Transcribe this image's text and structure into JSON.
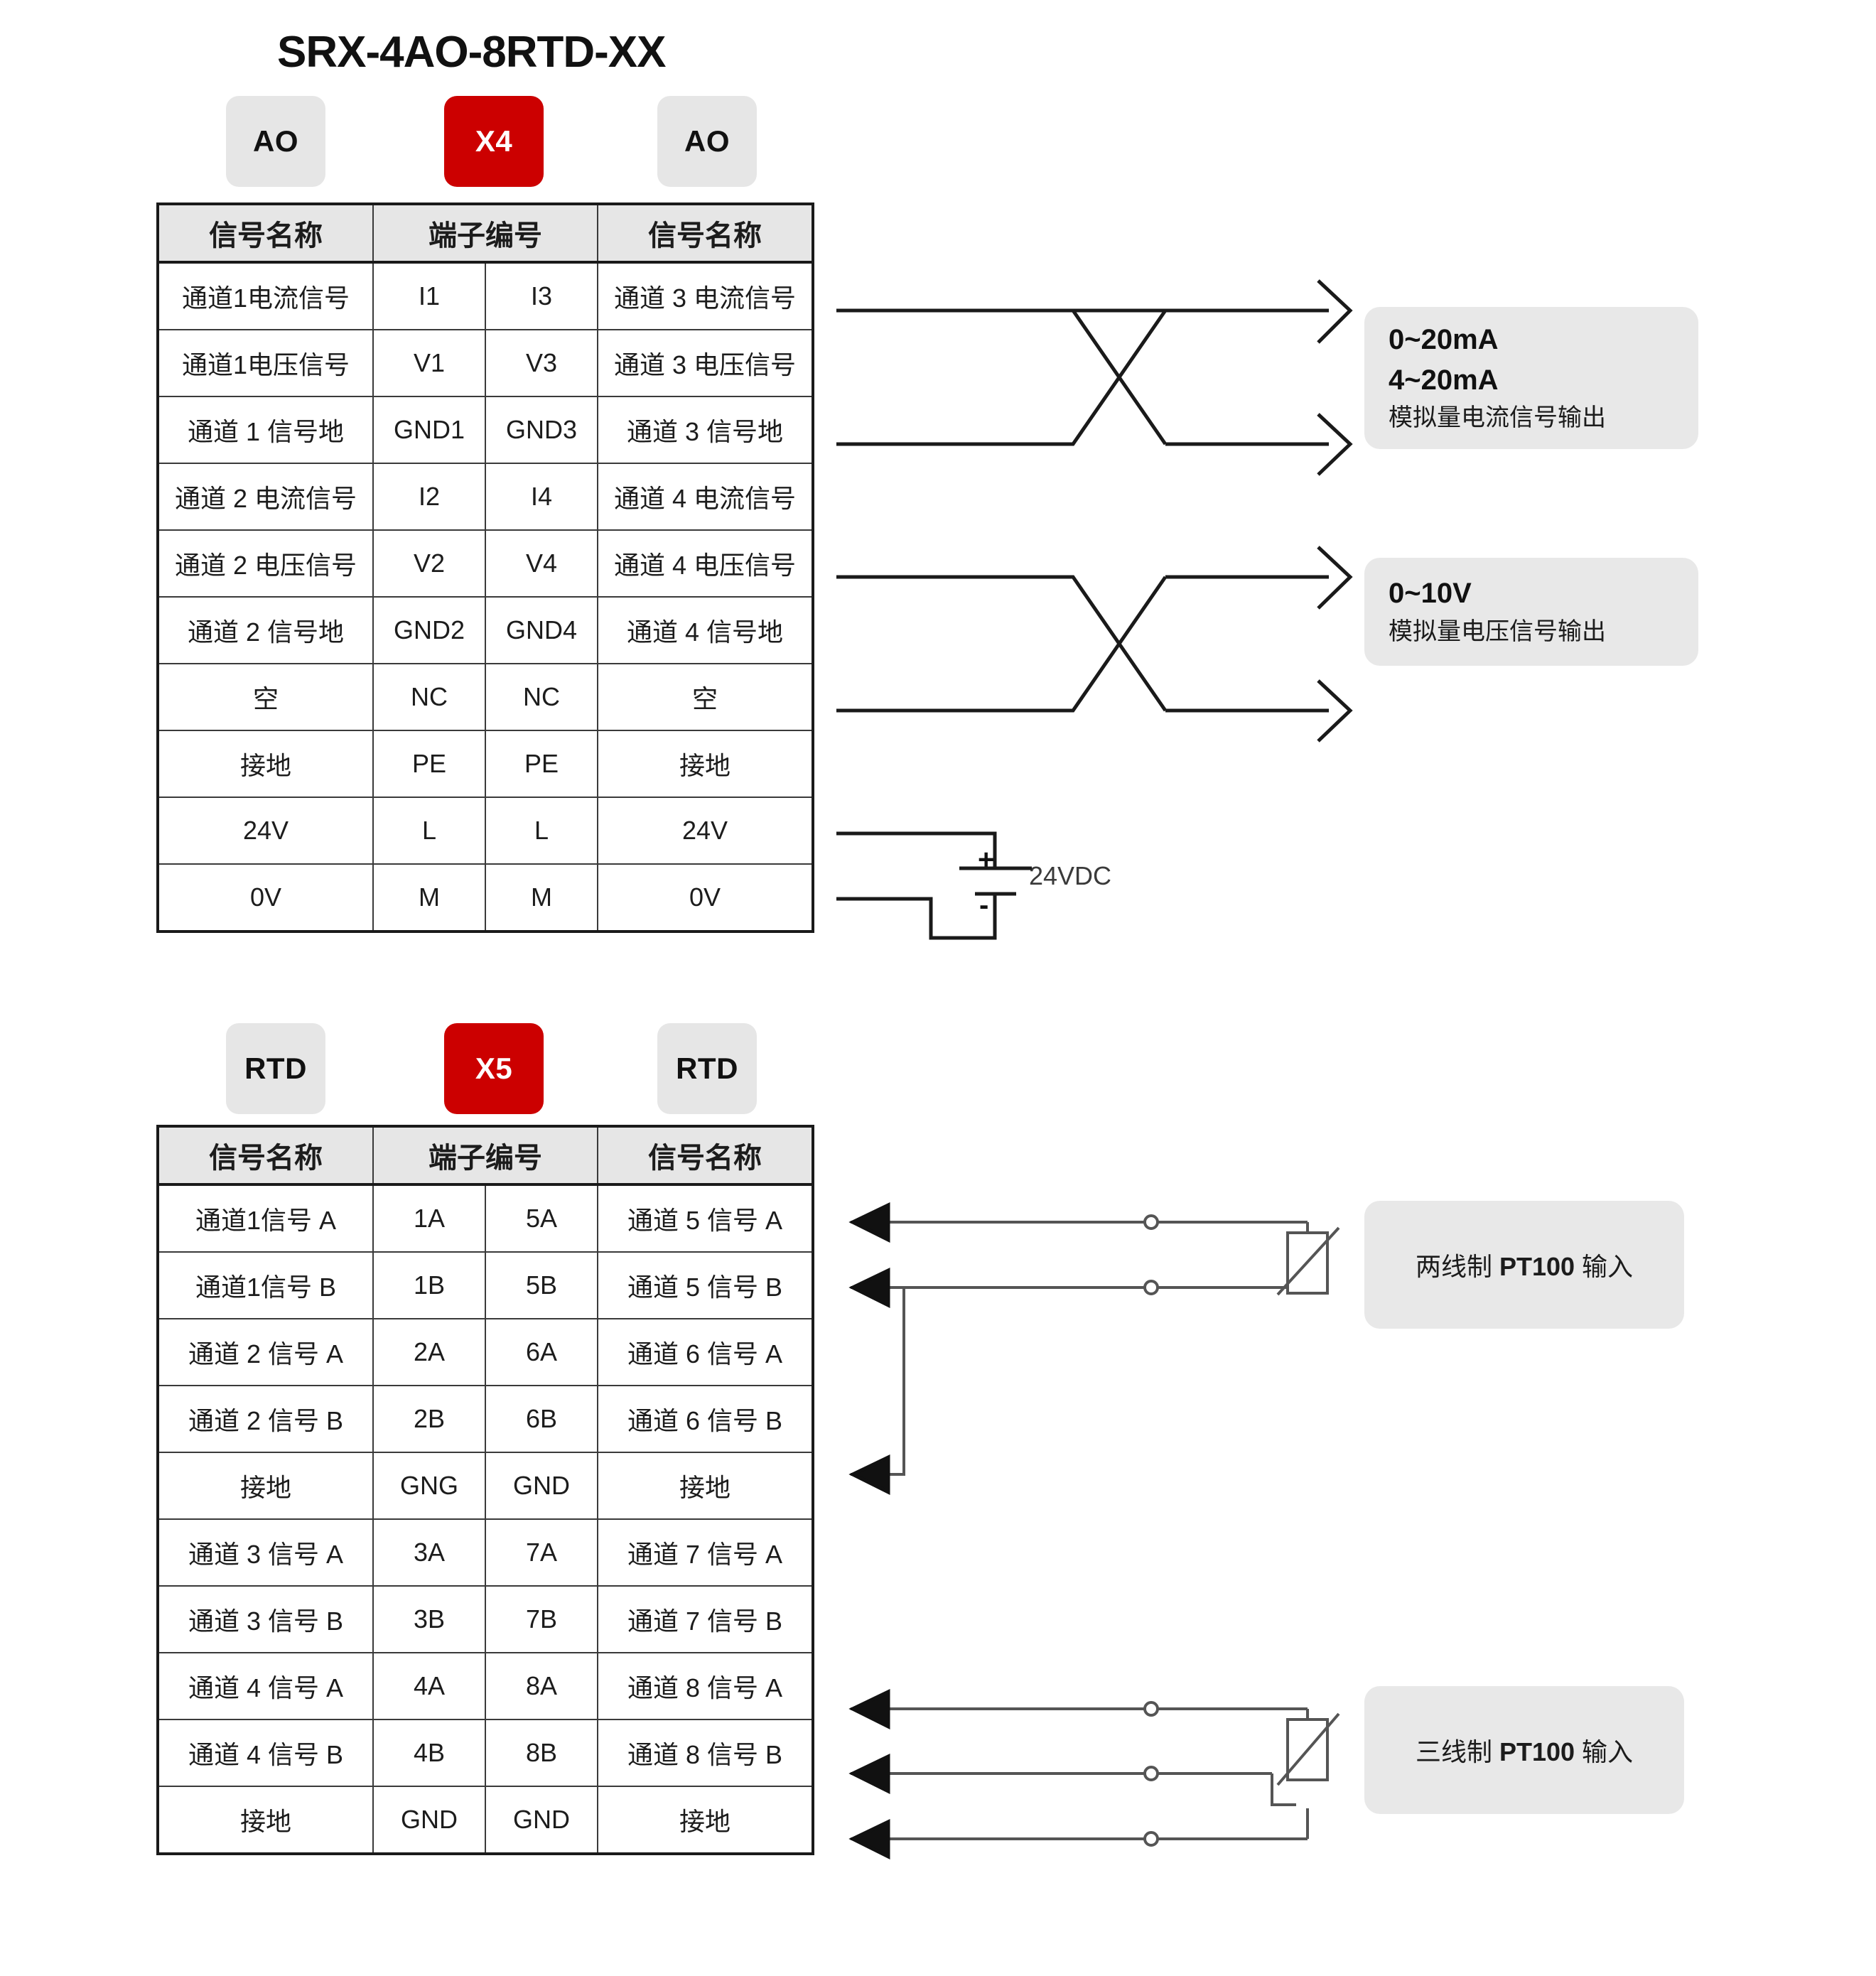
{
  "title": "SRX-4AO-8RTD-XX",
  "sections": [
    {
      "id": "ao",
      "badges": {
        "left": "AO",
        "center": "X4",
        "right": "AO"
      },
      "table": {
        "headers": [
          "信号名称",
          "端子编号",
          "信号名称"
        ],
        "rows": [
          {
            "left_signal": "通道1电流信号",
            "left_term": "I1",
            "right_term": "I3",
            "right_signal": "通道 3 电流信号"
          },
          {
            "left_signal": "通道1电压信号",
            "left_term": "V1",
            "right_term": "V3",
            "right_signal": "通道 3 电压信号"
          },
          {
            "left_signal": "通道 1 信号地",
            "left_term": "GND1",
            "right_term": "GND3",
            "right_signal": "通道 3 信号地"
          },
          {
            "left_signal": "通道 2 电流信号",
            "left_term": "I2",
            "right_term": "I4",
            "right_signal": "通道 4 电流信号"
          },
          {
            "left_signal": "通道 2 电压信号",
            "left_term": "V2",
            "right_term": "V4",
            "right_signal": "通道 4 电压信号"
          },
          {
            "left_signal": "通道 2 信号地",
            "left_term": "GND2",
            "right_term": "GND4",
            "right_signal": "通道 4 信号地"
          },
          {
            "left_signal": "空",
            "left_term": "NC",
            "right_term": "NC",
            "right_signal": "空"
          },
          {
            "left_signal": "接地",
            "left_term": "PE",
            "right_term": "PE",
            "right_signal": "接地"
          },
          {
            "left_signal": "24V",
            "left_term": "L",
            "right_term": "L",
            "right_signal": "24V"
          },
          {
            "left_signal": "0V",
            "left_term": "M",
            "right_term": "M",
            "right_signal": "0V"
          }
        ]
      },
      "callouts": [
        {
          "id": "current-output",
          "line1": "0~20mA",
          "line2": "4~20mA",
          "line3": "模拟量电流信号输出"
        },
        {
          "id": "voltage-output",
          "line1": "0~10V",
          "line2": "模拟量电压信号输出"
        }
      ],
      "power": {
        "label": "24VDC",
        "plus": "+",
        "minus": "-"
      }
    },
    {
      "id": "rtd",
      "badges": {
        "left": "RTD",
        "center": "X5",
        "right": "RTD"
      },
      "table": {
        "headers": [
          "信号名称",
          "端子编号",
          "信号名称"
        ],
        "rows": [
          {
            "left_signal": "通道1信号 A",
            "left_term": "1A",
            "right_term": "5A",
            "right_signal": "通道 5 信号 A"
          },
          {
            "left_signal": "通道1信号 B",
            "left_term": "1B",
            "right_term": "5B",
            "right_signal": "通道 5 信号 B"
          },
          {
            "left_signal": "通道 2 信号 A",
            "left_term": "2A",
            "right_term": "6A",
            "right_signal": "通道 6 信号 A"
          },
          {
            "left_signal": "通道 2 信号 B",
            "left_term": "2B",
            "right_term": "6B",
            "right_signal": "通道 6 信号 B"
          },
          {
            "left_signal": "接地",
            "left_term": "GNG",
            "right_term": "GND",
            "right_signal": "接地"
          },
          {
            "left_signal": "通道 3 信号 A",
            "left_term": "3A",
            "right_term": "7A",
            "right_signal": "通道 7 信号 A"
          },
          {
            "left_signal": "通道 3 信号 B",
            "left_term": "3B",
            "right_term": "7B",
            "right_signal": "通道 7 信号 B"
          },
          {
            "left_signal": "通道 4 信号 A",
            "left_term": "4A",
            "right_term": "8A",
            "right_signal": "通道 8 信号 A"
          },
          {
            "left_signal": "通道 4 信号 B",
            "left_term": "4B",
            "right_term": "8B",
            "right_signal": "通道 8 信号 B"
          },
          {
            "left_signal": "接地",
            "left_term": "GND",
            "right_term": "GND",
            "right_signal": "接地"
          }
        ]
      },
      "callouts": [
        {
          "id": "pt100-2wire",
          "pre": "两线制 ",
          "bold": "PT100",
          "post": " 输入"
        },
        {
          "id": "pt100-3wire",
          "pre": "三线制 ",
          "bold": "PT100",
          "post": " 输入"
        }
      ]
    }
  ],
  "colors": {
    "accent_red": "#CC0000",
    "badge_grey": "#E6E6E6",
    "callout_grey": "#E8E8E8",
    "line": "#1A1A1A"
  }
}
